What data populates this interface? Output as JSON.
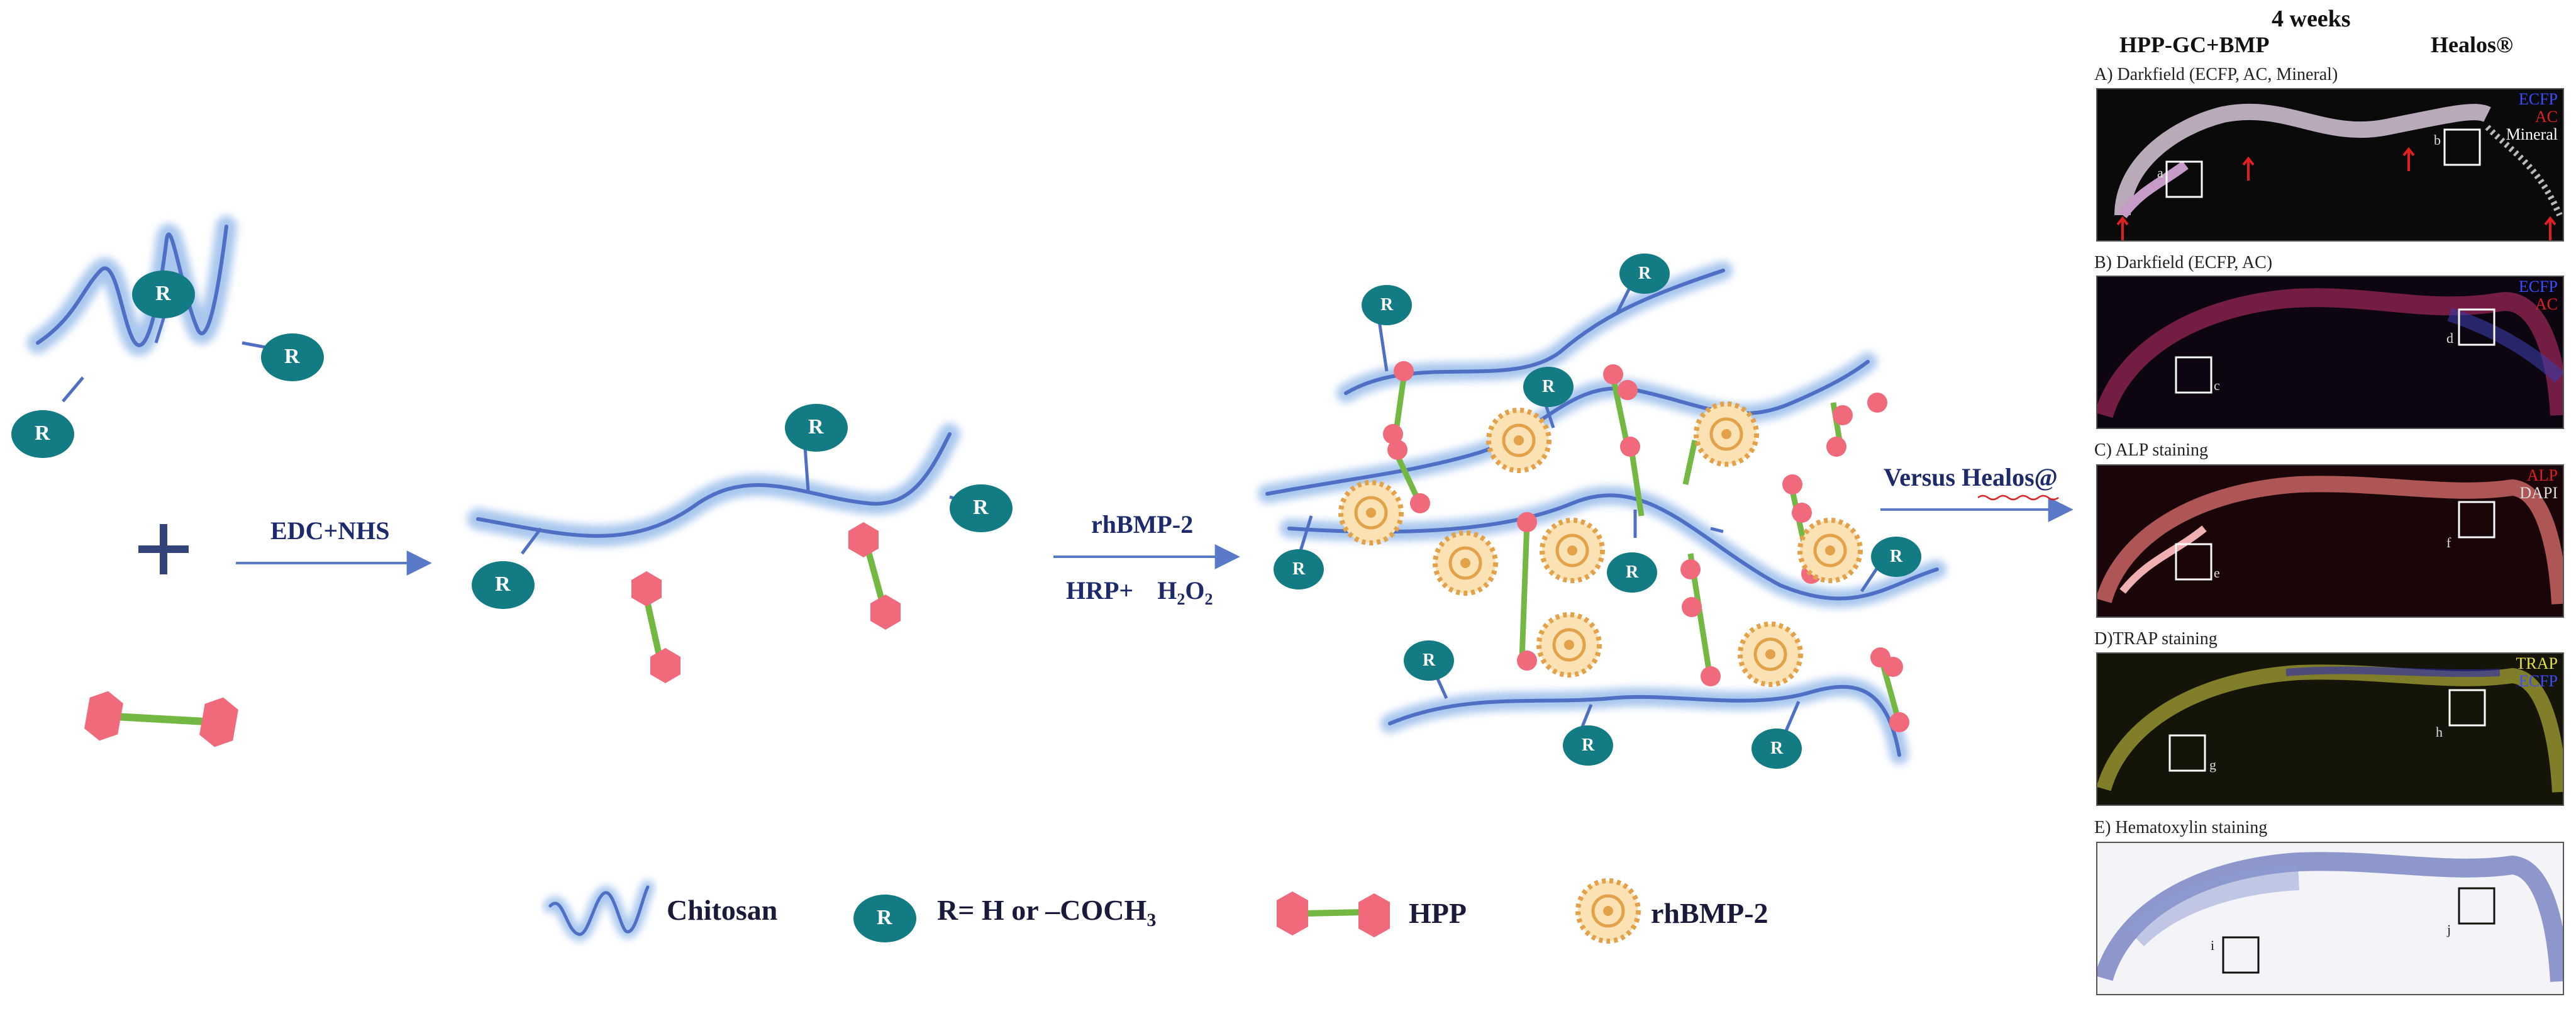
{
  "reaction": {
    "step1": "EDC+NHS",
    "step2_top": "rhBMP-2",
    "step2_bottom_prefix": "HRP+",
    "step2_bottom_h2o2": "H2O2",
    "step3": "Versus Healos@",
    "r_label": "R",
    "plus": "+"
  },
  "legend": [
    {
      "text": "Chitosan"
    },
    {
      "text": "R= H or –COCH3"
    },
    {
      "text": "HPP"
    },
    {
      "text": "rhBMP-2"
    }
  ],
  "histology": {
    "time": "4 weeks",
    "left_header": "HPP-GC+BMP",
    "right_header": "Healos®",
    "panels": [
      {
        "title": "A) Darkfield (ECFP, AC, Mineral)",
        "channels": [
          "ECFP",
          "AC",
          "Mineral"
        ],
        "channel_colors": [
          "#3b4dff",
          "#e02020",
          "#ffffff"
        ],
        "insets": [
          "a",
          "b"
        ]
      },
      {
        "title": "B) Darkfield (ECFP, AC)",
        "channels": [
          "ECFP",
          "AC"
        ],
        "channel_colors": [
          "#3b4dff",
          "#e02020"
        ],
        "insets": [
          "c",
          "d"
        ]
      },
      {
        "title": "C) ALP staining",
        "channels": [
          "ALP",
          "DAPI"
        ],
        "channel_colors": [
          "#e02020",
          "#dddddd"
        ],
        "insets": [
          "e",
          "f"
        ]
      },
      {
        "title": "D)TRAP staining",
        "channels": [
          "TRAP",
          "ECFP"
        ],
        "channel_colors": [
          "#e6e040",
          "#3b4dff"
        ],
        "insets": [
          "g",
          "h"
        ]
      },
      {
        "title": "E) Hematoxylin staining",
        "channels": [],
        "channel_colors": [],
        "insets": [
          "i",
          "j"
        ]
      }
    ]
  },
  "colors": {
    "chitosan": "#4e6fc4",
    "r_group": "#137b84",
    "hpp": "#f06a7c",
    "linker": "#73b843",
    "bmp_ring": "#e3a24a",
    "arrow": "#5a7ac8"
  }
}
